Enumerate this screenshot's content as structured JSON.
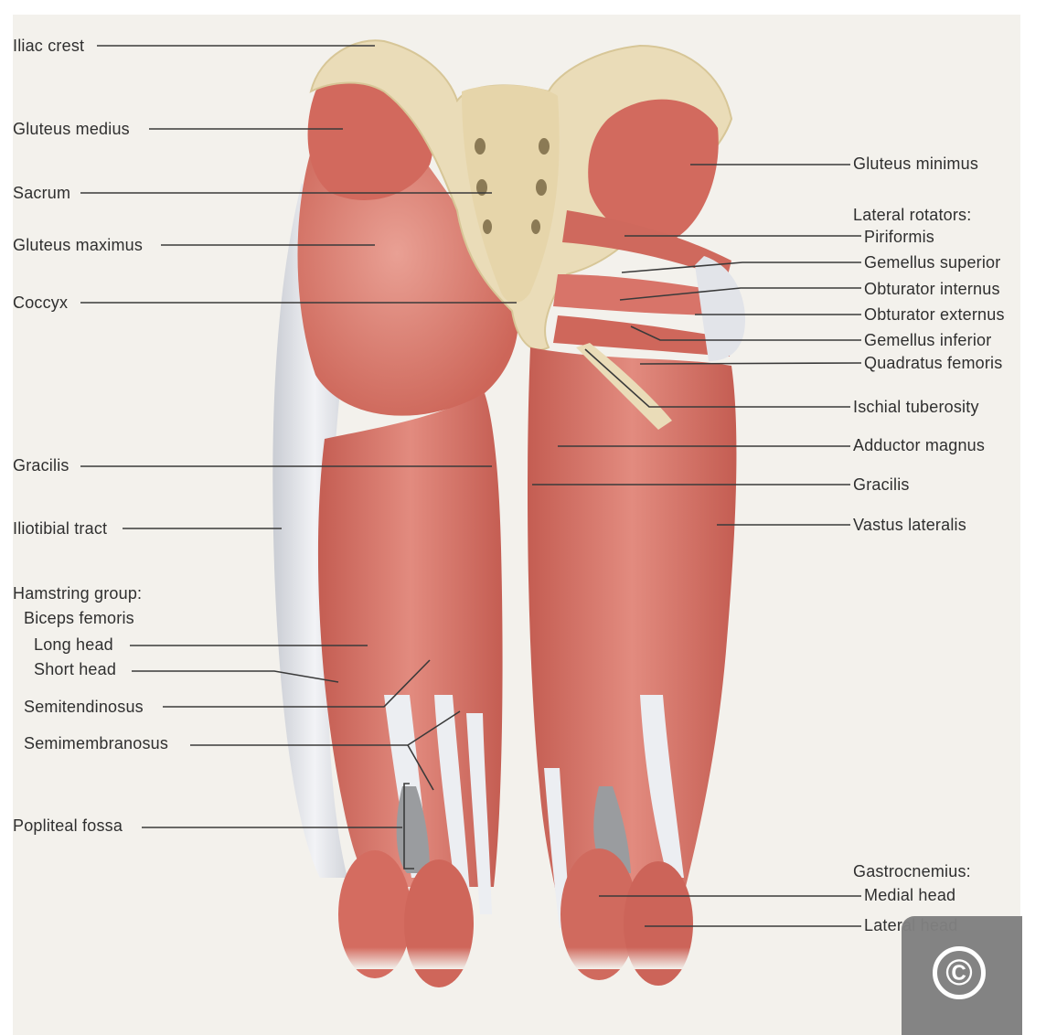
{
  "labels_left": [
    {
      "id": "iliac-crest",
      "text": "Iliac crest"
    },
    {
      "id": "gluteus-medius",
      "text": "Gluteus medius"
    },
    {
      "id": "sacrum",
      "text": "Sacrum"
    },
    {
      "id": "gluteus-maximus",
      "text": "Gluteus maximus"
    },
    {
      "id": "coccyx",
      "text": "Coccyx"
    },
    {
      "id": "gracilis-left",
      "text": "Gracilis"
    },
    {
      "id": "iliotibial-tract",
      "text": "Iliotibial tract"
    },
    {
      "id": "hamstring-group",
      "text": "Hamstring group:"
    },
    {
      "id": "biceps-femoris",
      "text": "Biceps femoris"
    },
    {
      "id": "long-head",
      "text": "Long head"
    },
    {
      "id": "short-head",
      "text": "Short head"
    },
    {
      "id": "semitendinosus",
      "text": "Semitendinosus"
    },
    {
      "id": "semimembranosus",
      "text": "Semimembranosus"
    },
    {
      "id": "popliteal-fossa",
      "text": "Popliteal fossa"
    }
  ],
  "labels_right": [
    {
      "id": "gluteus-minimus",
      "text": "Gluteus minimus"
    },
    {
      "id": "lateral-rotators",
      "text": "Lateral rotators:"
    },
    {
      "id": "piriformis",
      "text": "Piriformis"
    },
    {
      "id": "gemellus-superior",
      "text": "Gemellus superior"
    },
    {
      "id": "obturator-internus",
      "text": "Obturator internus"
    },
    {
      "id": "obturator-externus",
      "text": "Obturator externus"
    },
    {
      "id": "gemellus-inferior",
      "text": "Gemellus inferior"
    },
    {
      "id": "quadratus-femoris",
      "text": "Quadratus femoris"
    },
    {
      "id": "ischial-tuberosity",
      "text": "Ischial tuberosity"
    },
    {
      "id": "adductor-magnus",
      "text": "Adductor magnus"
    },
    {
      "id": "gracilis-right",
      "text": "Gracilis"
    },
    {
      "id": "vastus-lateralis",
      "text": "Vastus lateralis"
    },
    {
      "id": "gastrocnemius",
      "text": "Gastrocnemius:"
    },
    {
      "id": "medial-head",
      "text": "Medial head"
    },
    {
      "id": "lateral-head",
      "text": "Lateral head"
    }
  ],
  "copyright_symbol": "©",
  "colors": {
    "muscle": "#d9756a",
    "muscle_dark": "#bf5a50",
    "muscle_light": "#e79a8e",
    "tendon": "#dfe1e6",
    "bone": "#eadcb8",
    "background": "#f3f1ec",
    "leader_line": "#3a3a3a"
  }
}
